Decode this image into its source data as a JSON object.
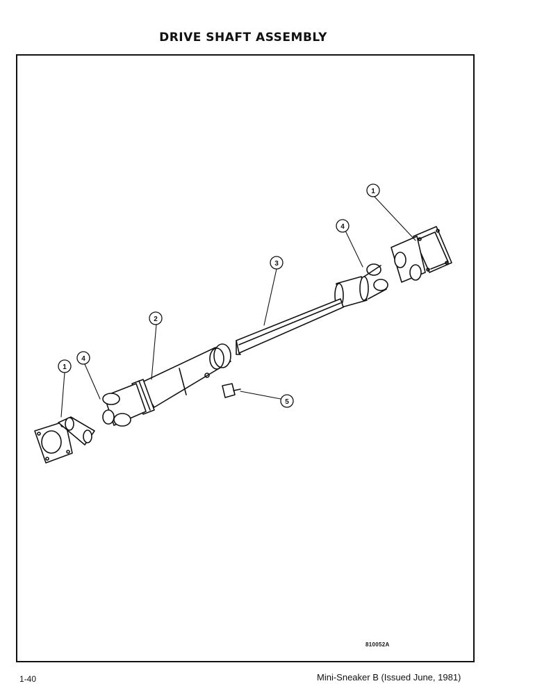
{
  "document": {
    "title": "DRIVE SHAFT ASSEMBLY",
    "figure_code": "810052A",
    "page_number": "1-40",
    "footer": "Mini-Sneaker B (Issued June, 1981)"
  },
  "callouts": {
    "c1_right": "1",
    "c4_right": "4",
    "c3": "3",
    "c2": "2",
    "c4_left": "4",
    "c1_left": "1",
    "c5": "5"
  }
}
